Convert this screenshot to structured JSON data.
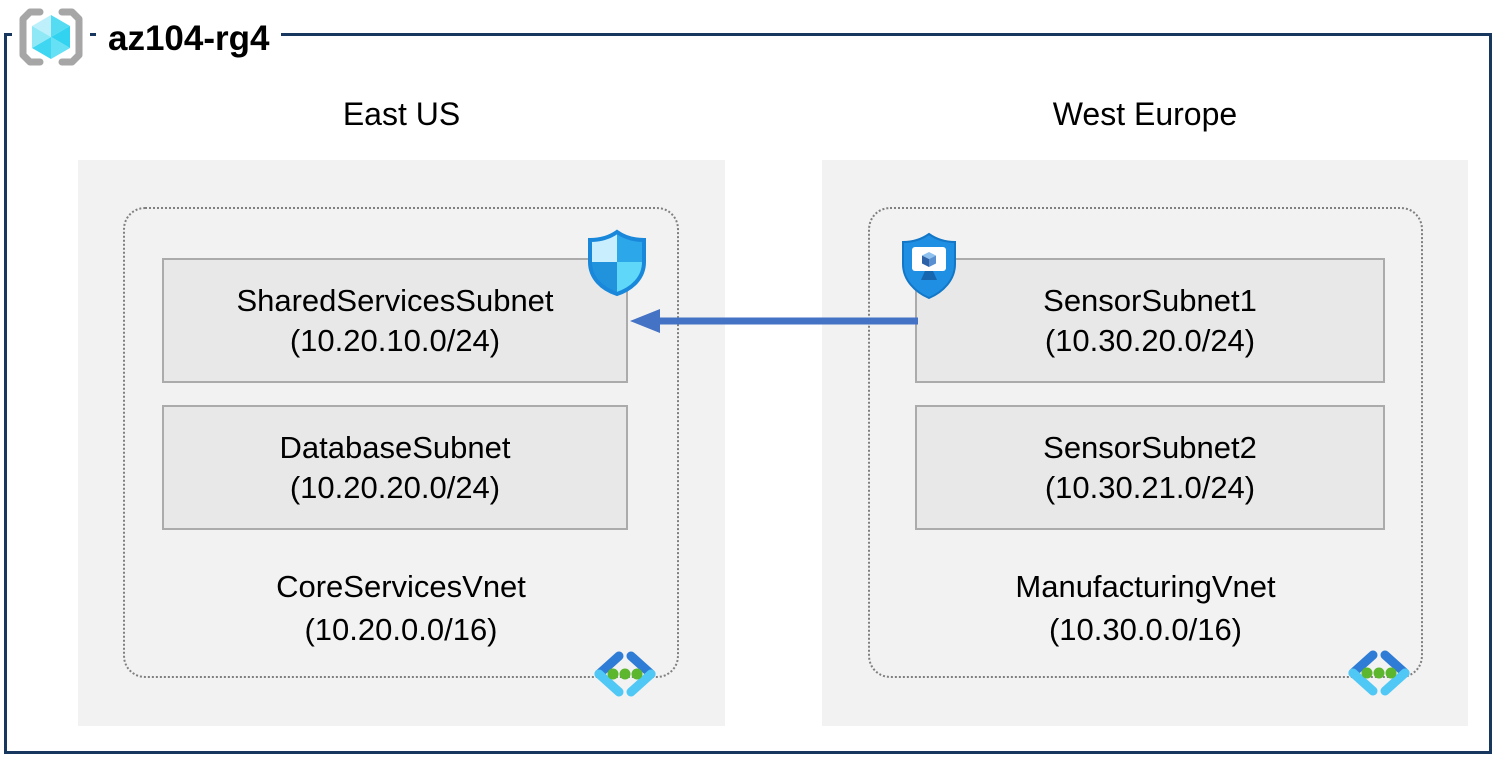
{
  "title": "az104-rg4",
  "regions": [
    {
      "name": "East US",
      "vnet": {
        "name": "CoreServicesVnet",
        "cidr": "(10.20.0.0/16)",
        "subnets": [
          {
            "name": "SharedServicesSubnet",
            "cidr": "(10.20.10.0/24)"
          },
          {
            "name": "DatabaseSubnet",
            "cidr": "(10.20.20.0/24)"
          }
        ]
      }
    },
    {
      "name": "West Europe",
      "vnet": {
        "name": "ManufacturingVnet",
        "cidr": "(10.30.0.0/16)",
        "subnets": [
          {
            "name": "SensorSubnet1",
            "cidr": "(10.30.20.0/24)"
          },
          {
            "name": "SensorSubnet2",
            "cidr": "(10.30.21.0/24)"
          }
        ]
      }
    }
  ],
  "connections": [
    {
      "from": "SensorSubnet1",
      "to": "SharedServicesSubnet",
      "type": "traffic-arrow"
    }
  ],
  "icons": [
    "resource-group-icon",
    "network-security-group-icon",
    "application-security-group-icon",
    "virtual-network-icon"
  ],
  "colors": {
    "frame_navy": "#17375E",
    "arrow_blue": "#4472C4",
    "region_bg": "#F2F2F2",
    "subnet_bg": "#E8E8E8",
    "subnet_border": "#ABABAB",
    "dotted_border": "#808080",
    "azure_blue": "#1F8FE3",
    "azure_cyan_light": "#50C8F5",
    "defender_pale": "#C9EFFF",
    "defender_cyan": "#5ED7F8",
    "dot_green": "#5CB62E",
    "bracket_gray": "#A6A6A6",
    "cube_cyan": "#55DCF2"
  }
}
